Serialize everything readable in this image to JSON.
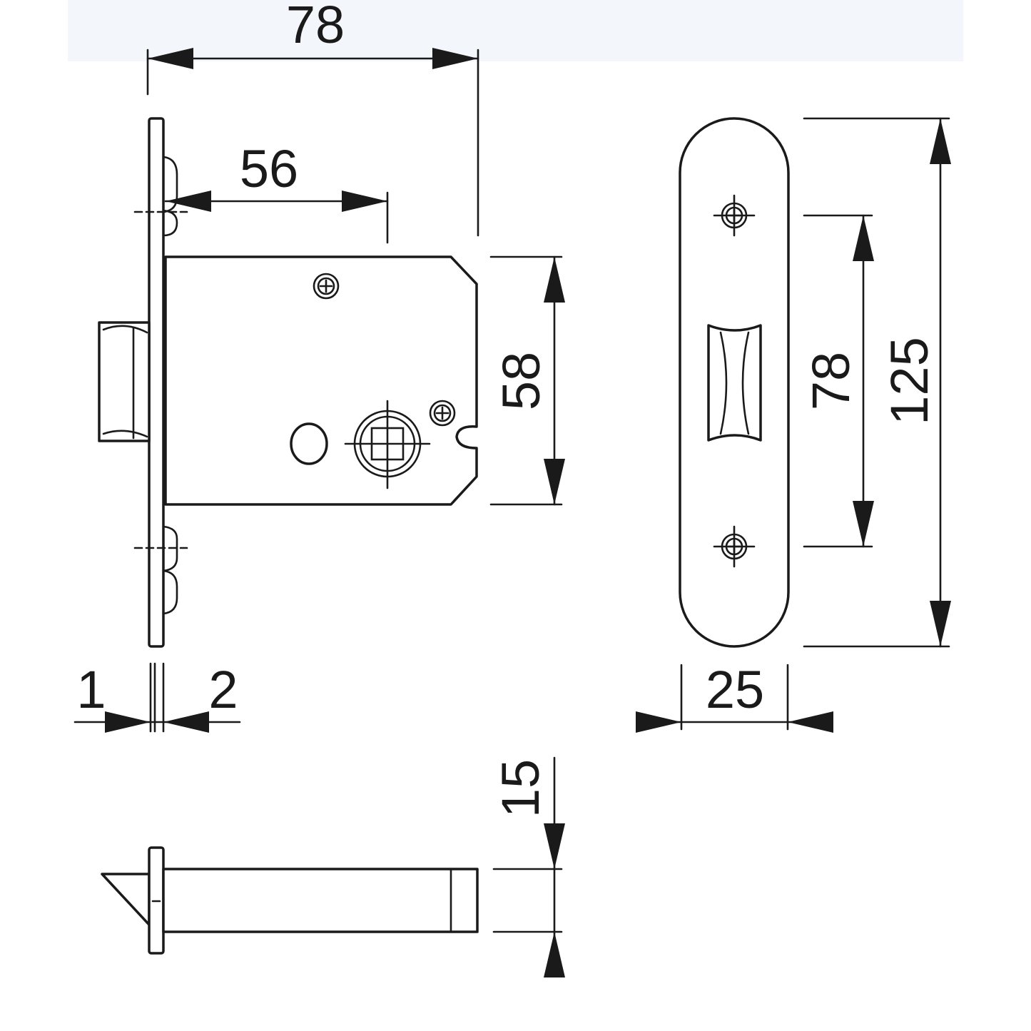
{
  "figure": {
    "subject": "Mortise lock body, strike plate and latch technical drawing",
    "units_shown": "none"
  },
  "dimensions": {
    "overall_depth": "78",
    "backset": "56",
    "case_height": "58",
    "faceplate_thickness": "1",
    "faceplate_offset": "2",
    "strike_screw_spacing": "78",
    "strike_length": "125",
    "strike_width": "25",
    "latch_thickness": "15"
  },
  "colors": {
    "line": "#1a1a1a",
    "background": "#ffffff",
    "top_band": "#f3f6fb"
  }
}
